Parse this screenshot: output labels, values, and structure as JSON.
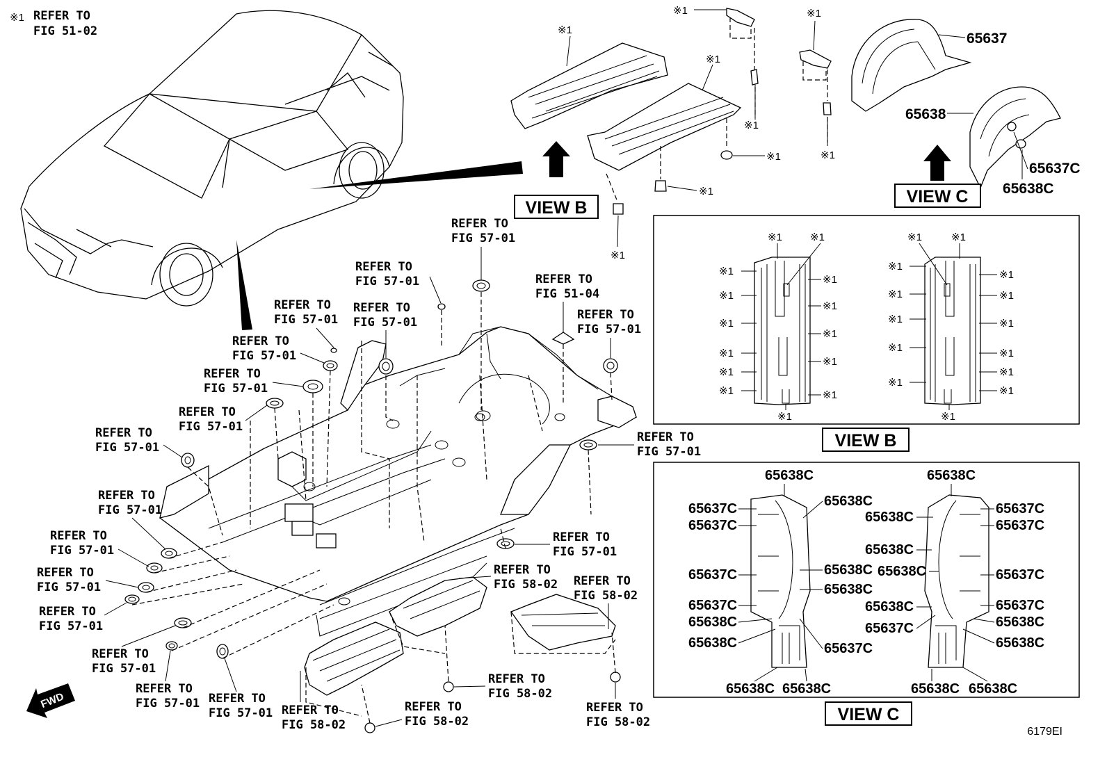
{
  "note_symbol": "※1",
  "top_note": {
    "line1": "REFER TO",
    "line2": "FIG 51-02"
  },
  "refer_labels": [
    {
      "l1": "REFER TO",
      "l2": "FIG 57-01"
    },
    {
      "l1": "REFER TO",
      "l2": "FIG 57-01"
    },
    {
      "l1": "REFER TO",
      "l2": "FIG 57-01"
    },
    {
      "l1": "REFER TO",
      "l2": "FIG 57-01"
    },
    {
      "l1": "REFER TO",
      "l2": "FIG 57-01"
    },
    {
      "l1": "REFER TO",
      "l2": "FIG 57-01"
    },
    {
      "l1": "REFER TO",
      "l2": "FIG 57-01"
    },
    {
      "l1": "REFER TO",
      "l2": "FIG 57-01"
    },
    {
      "l1": "REFER TO",
      "l2": "FIG 51-04"
    },
    {
      "l1": "REFER TO",
      "l2": "FIG 57-01"
    },
    {
      "l1": "REFER TO",
      "l2": "FIG 57-01"
    },
    {
      "l1": "REFER TO",
      "l2": "FIG 57-01"
    },
    {
      "l1": "REFER TO",
      "l2": "FIG 57-01"
    },
    {
      "l1": "REFER TO",
      "l2": "FIG 57-01"
    },
    {
      "l1": "REFER TO",
      "l2": "FIG 57-01"
    },
    {
      "l1": "REFER TO",
      "l2": "FIG 57-01"
    },
    {
      "l1": "REFER TO",
      "l2": "FIG 57-01"
    },
    {
      "l1": "REFER TO",
      "l2": "FIG 57-01"
    },
    {
      "l1": "REFER TO",
      "l2": "FIG 57-01"
    },
    {
      "l1": "REFER TO",
      "l2": "FIG 58-02"
    },
    {
      "l1": "REFER TO",
      "l2": "FIG 58-02"
    },
    {
      "l1": "REFER TO",
      "l2": "FIG 58-02"
    },
    {
      "l1": "REFER TO",
      "l2": "FIG 58-02"
    },
    {
      "l1": "REFER TO",
      "l2": "FIG 58-02"
    },
    {
      "l1": "REFER TO",
      "l2": "FIG 58-02"
    }
  ],
  "part_numbers": {
    "p65637": "65637",
    "p65638": "65638",
    "p65637c": "65637C",
    "p65638c": "65638C"
  },
  "views": {
    "view_b": "VIEW B",
    "view_c": "VIEW C"
  },
  "direction_label": "FWD",
  "figure_code": "6179EI"
}
